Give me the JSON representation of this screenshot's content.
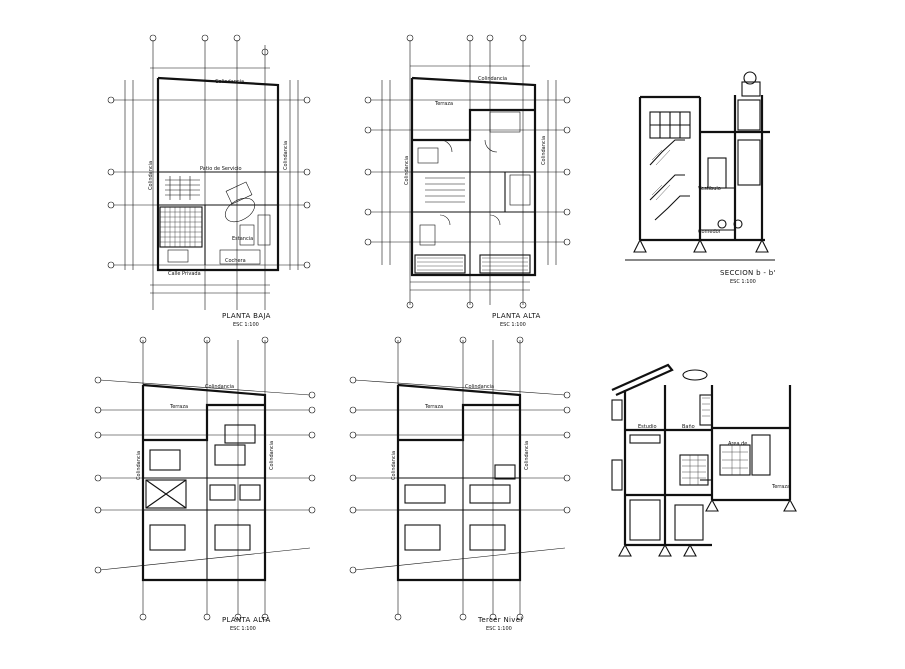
{
  "drawings": {
    "plan_ground": {
      "title": "PLANTA BAJA",
      "scale": "ESC 1:100",
      "label_top": "Colindancia",
      "label_side_left": "Colindancia",
      "label_side_right": "Colindancia",
      "label_mid": "Patio de Servicio",
      "label_a": "Estancia",
      "label_b": "Cochera",
      "label_c": "Calle Privada"
    },
    "plan_upper": {
      "title": "PLANTA ALTA",
      "scale": "ESC 1:100",
      "label_top": "Colindancia",
      "label_side_left": "Colindancia",
      "label_side_right": "Colindancia",
      "label_a": "Terraza"
    },
    "section_bb": {
      "title": "SECCION b - b'",
      "scale": "ESC 1:100",
      "label_a": "Vestibulo",
      "label_b": "Comedor"
    },
    "plan_upper_2": {
      "title": "PLANTA ALTA",
      "scale": "ESC 1:100",
      "label_top": "Colindancia",
      "label_side_left": "Colindancia",
      "label_side_right": "Colindancia",
      "label_a": "Terraza"
    },
    "plan_third": {
      "title": "Tercer Nivel",
      "scale": "ESC 1:100",
      "label_top": "Colindancia",
      "label_side_left": "Colindancia",
      "label_side_right": "Colindancia",
      "label_a": "Terraza"
    },
    "section_2": {
      "label_a": "Estudio",
      "label_b": "Baño",
      "label_c": "Area de",
      "label_d": "Terraza"
    }
  },
  "colors": {
    "ink": "#111111",
    "paper": "#ffffff"
  }
}
